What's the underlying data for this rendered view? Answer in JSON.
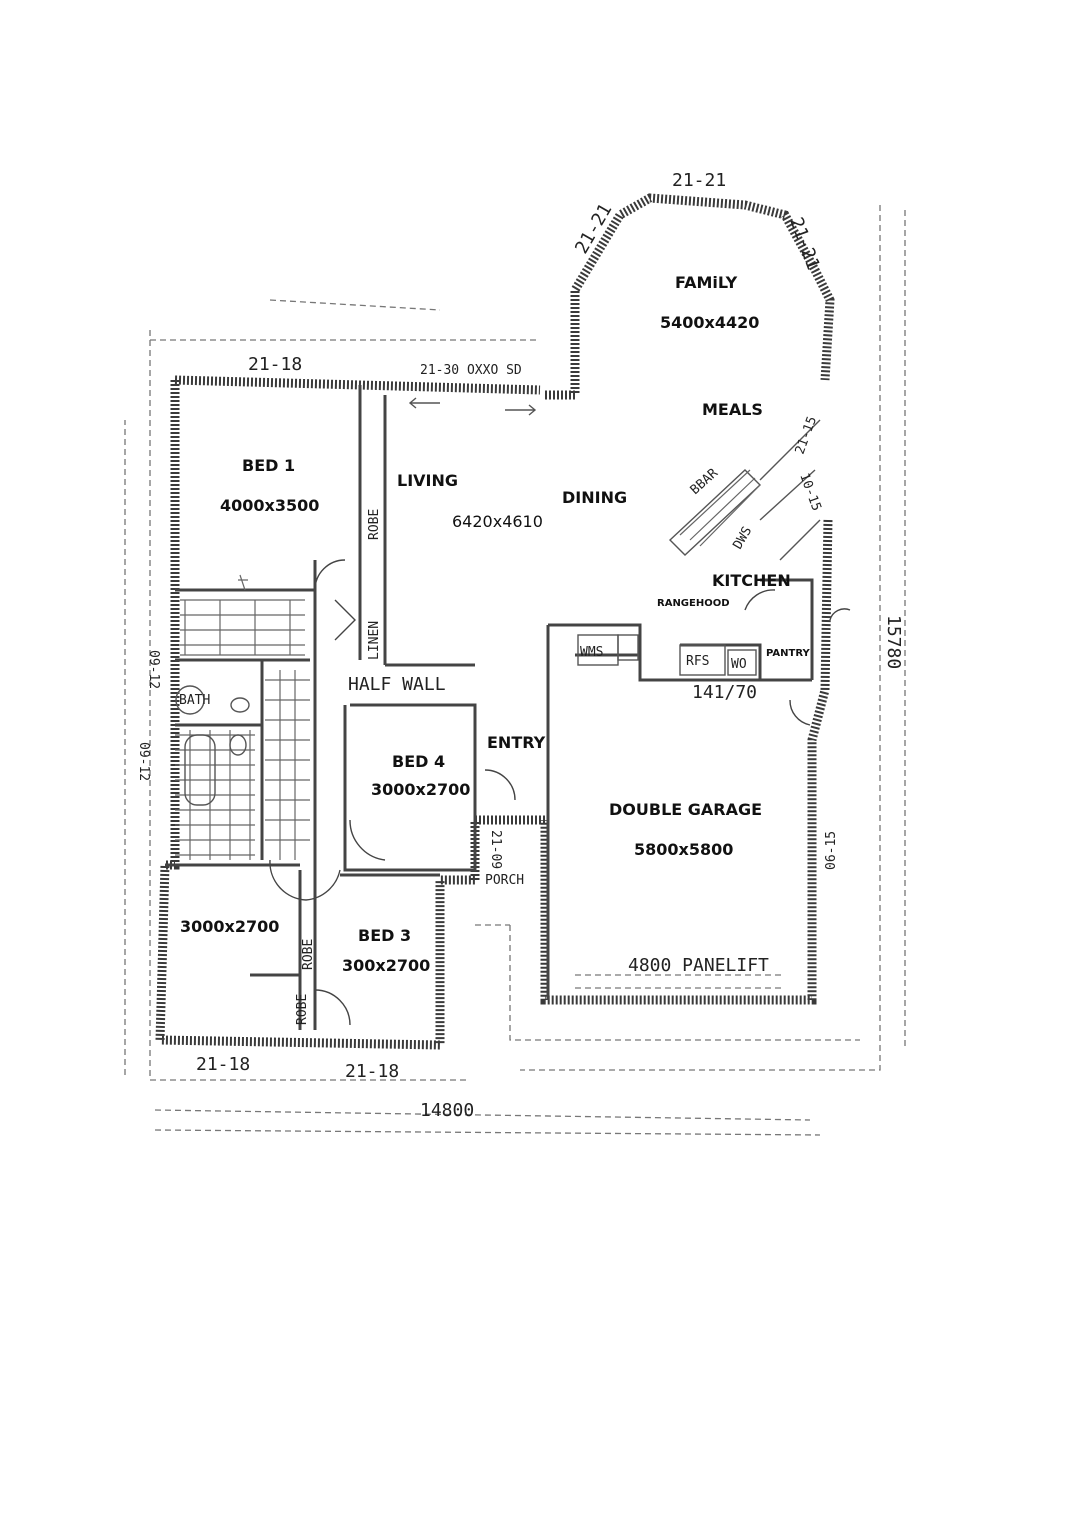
{
  "rooms": {
    "family": {
      "name": "FAMiLY",
      "size": "5400x4420"
    },
    "meals": {
      "name": "MEALS"
    },
    "living": {
      "name": "LIVING"
    },
    "dining": {
      "name": "DINING",
      "size": "6420x4610"
    },
    "kitchen": {
      "name": "KITCHEN"
    },
    "rangehood": "RANGEHOOD",
    "pantry": "PANTRY",
    "bed1": {
      "name": "BED 1",
      "size": "4000x3500"
    },
    "bed4": {
      "name": "BED 4",
      "size": "3000x2700"
    },
    "bed3": {
      "name": "BED 3",
      "size": "300x2700"
    },
    "bed2": {
      "size": "3000x2700"
    },
    "garage": {
      "name": "DOUBLE GARAGE",
      "size": "5800x5800"
    },
    "entry": "ENTRY",
    "porch": "PORCH",
    "bath": "BATH",
    "robe": "ROBE",
    "linen": "LINEN",
    "half_wall": "HALF WALL",
    "wms": "WMS",
    "rfs": "RFS",
    "wo": "WO",
    "bar": "BBAR",
    "dws": "DWS",
    "panelift": "4800 PANELIFT"
  },
  "windows": {
    "w_top_center": "21-21",
    "w_top_left": "21-21",
    "w_top_right": "21-21",
    "w_bed1_top": "21-18",
    "sliding_door": "21-30 OXXO SD",
    "w_meals": "21-15",
    "w_kitchen": "10-15",
    "w_bath_1": "09-12",
    "w_bath_2": "09-12",
    "w_porch": "21-09",
    "w_garage_side": "06-15",
    "w_bottom_left": "21-18",
    "w_bottom_mid": "21-18",
    "w_laundry": "141/70"
  },
  "dimensions": {
    "width": "14800",
    "depth": "15780"
  },
  "colors": {
    "ink": "#3a3a3a",
    "paper": "#ffffff"
  }
}
